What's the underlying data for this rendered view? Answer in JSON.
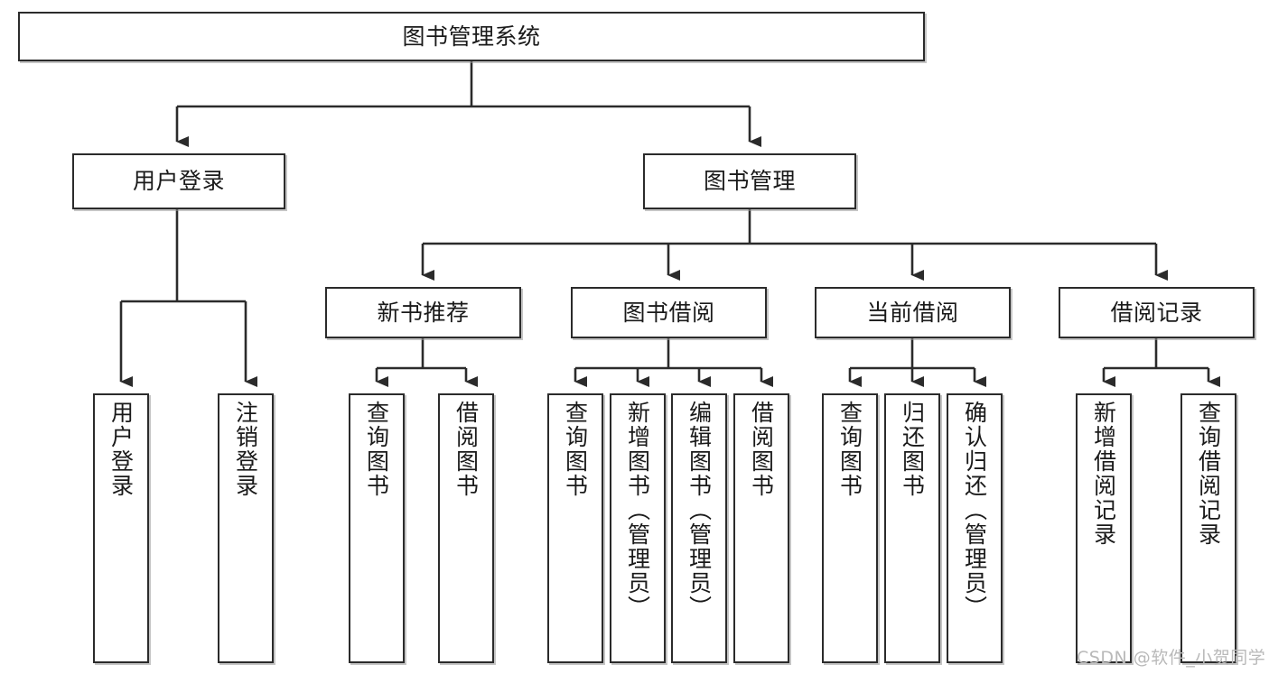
{
  "diagram": {
    "title": "图书管理系统",
    "type": "tree",
    "orientation": "top-down",
    "edge_style": "orthogonal-with-arrowheads",
    "colors": {
      "node_border": "#2b2b2b",
      "node_fill": "#ffffff",
      "edge": "#2b2b2b",
      "text": "#1a1a1a",
      "watermark": "#b9b9b9",
      "background": "#ffffff"
    },
    "root": {
      "label": "图书管理系统"
    },
    "level2": [
      {
        "id": "user-login",
        "label": "用户登录"
      },
      {
        "id": "book-management",
        "label": "图书管理"
      }
    ],
    "level3": [
      {
        "id": "new-book-recommend",
        "label": "新书推荐",
        "parent": "book-management"
      },
      {
        "id": "book-borrow",
        "label": "图书借阅",
        "parent": "book-management"
      },
      {
        "id": "current-borrow",
        "label": "当前借阅",
        "parent": "book-management"
      },
      {
        "id": "borrow-record",
        "label": "借阅记录",
        "parent": "book-management"
      }
    ],
    "leaves": {
      "user-login": [
        {
          "id": "leaf-user-login",
          "label": "用户登录"
        },
        {
          "id": "leaf-logout-login",
          "label": "注销登录"
        }
      ],
      "new-book-recommend": [
        {
          "id": "leaf-query-book-1",
          "label": "查询图书"
        },
        {
          "id": "leaf-borrow-book-1",
          "label": "借阅图书"
        }
      ],
      "book-borrow": [
        {
          "id": "leaf-query-book-2",
          "label": "查询图书"
        },
        {
          "id": "leaf-add-book",
          "label": "新增图书（管理员）"
        },
        {
          "id": "leaf-edit-book",
          "label": "编辑图书（管理员）"
        },
        {
          "id": "leaf-borrow-book-2",
          "label": "借阅图书"
        }
      ],
      "current-borrow": [
        {
          "id": "leaf-query-book-3",
          "label": "查询图书"
        },
        {
          "id": "leaf-return-book",
          "label": "归还图书"
        },
        {
          "id": "leaf-confirm-return",
          "label": "确认归还（管理员）"
        }
      ],
      "borrow-record": [
        {
          "id": "leaf-add-record",
          "label": "新增借阅记录"
        },
        {
          "id": "leaf-query-record",
          "label": "查询借阅记录"
        }
      ]
    }
  },
  "watermark": {
    "text": "CSDN @软件_小贺同学"
  }
}
